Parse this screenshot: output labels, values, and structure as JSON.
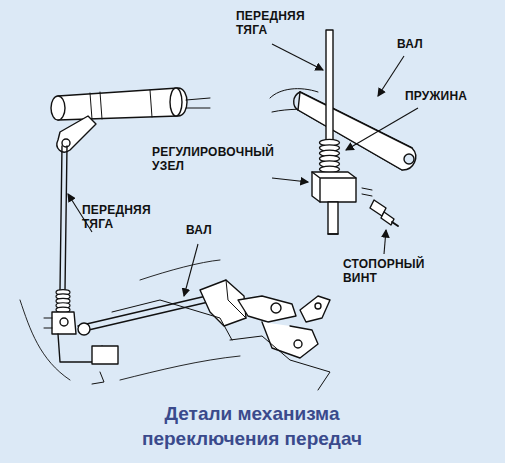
{
  "diagram": {
    "caption": "Детали механизма переключения передач",
    "labels": [
      "ПЕРЕДНЯЯ ТЯГА",
      "ВАЛ",
      "ПРУЖИНА",
      "РЕГУЛИРОВОЧНЫЙ УЗЕЛ",
      "СТОПОРНЫЙ ВИНТ",
      "ПЕРЕДНЯЯ ТЯГА",
      "ВАЛ"
    ]
  }
}
